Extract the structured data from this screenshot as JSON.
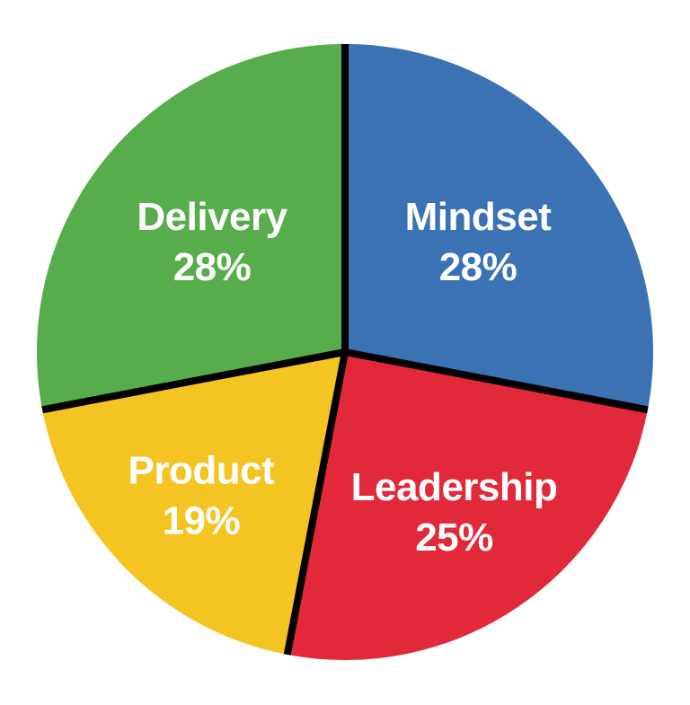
{
  "chart_data": {
    "type": "pie",
    "title": "",
    "direction": "clockwise",
    "start_angle_deg": 0,
    "categories": [
      "Mindset",
      "Leadership",
      "Product",
      "Delivery"
    ],
    "values": [
      28,
      25,
      19,
      28
    ],
    "slices": [
      {
        "label": "Mindset",
        "value": 28,
        "display": "28%",
        "color": "#3B72B4"
      },
      {
        "label": "Leadership",
        "value": 25,
        "display": "25%",
        "color": "#E2293A"
      },
      {
        "label": "Product",
        "value": 19,
        "display": "19%",
        "color": "#F4C522"
      },
      {
        "label": "Delivery",
        "value": 28,
        "display": "28%",
        "color": "#57AC4C"
      }
    ],
    "separator_color": "#000000",
    "label_color": "#FFFFFF",
    "legend": "none",
    "labels_position": "inside"
  }
}
